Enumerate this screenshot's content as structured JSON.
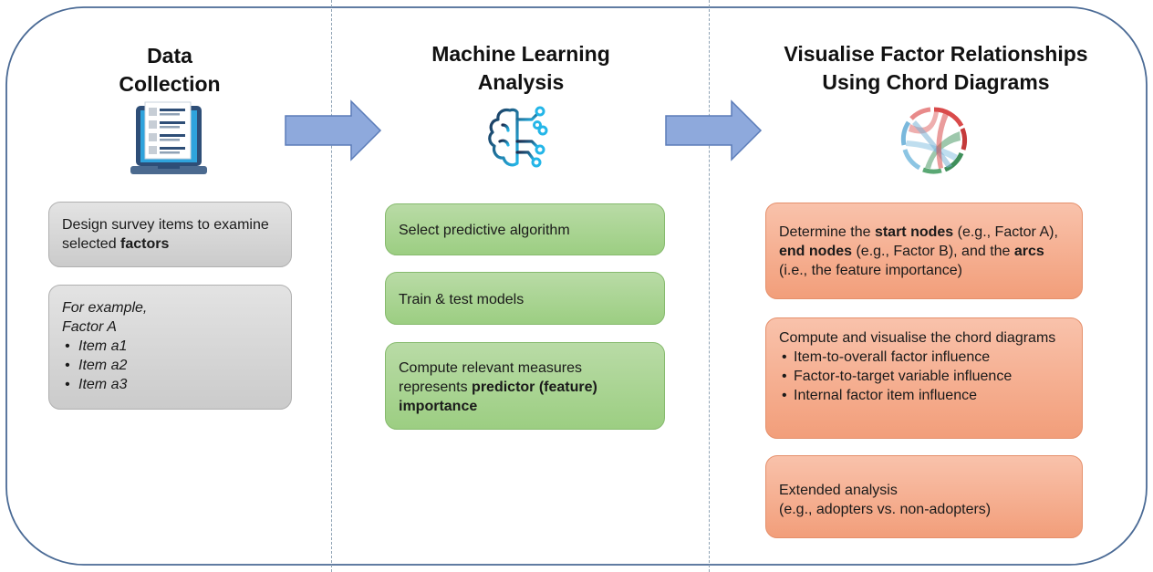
{
  "columns": [
    {
      "title_lines": [
        "Data",
        "Collection"
      ],
      "icon": "survey-laptop-icon",
      "boxes": [
        {
          "text": "Design survey items to examine selected ",
          "bold": "factors"
        },
        {
          "intro_lines": [
            "For example,",
            "Factor A"
          ],
          "items": [
            "Item a1",
            "Item a2",
            "Item a3"
          ]
        }
      ]
    },
    {
      "title_lines": [
        "Machine Learning",
        "Analysis"
      ],
      "icon": "brain-circuit-icon",
      "boxes": [
        {
          "text": "Select predictive algorithm"
        },
        {
          "text": "Train & test models"
        },
        {
          "text": "Compute relevant measures represents ",
          "bold": "predictor (feature) importance"
        }
      ]
    },
    {
      "title_lines": [
        "Visualise Factor Relationships",
        "Using Chord Diagrams"
      ],
      "icon": "chord-diagram-icon",
      "boxes": [
        {
          "p1": "Determine the ",
          "b1": "start nodes",
          "p2": " (e.g., Factor A), ",
          "b2": "end nodes",
          "p3": " (e.g., Factor B), and the ",
          "b3": "arcs",
          "p4": " (i.e., the feature importance)"
        },
        {
          "text": "Compute and visualise the chord diagrams",
          "items": [
            "Item-to-overall factor influence",
            "Factor-to-target variable influence",
            "Internal factor item influence"
          ]
        },
        {
          "lines": [
            "Extended analysis",
            "(e.g., adopters vs. non-adopters)"
          ]
        }
      ]
    }
  ],
  "colors": {
    "frame": "#4a6a95",
    "arrow_fill": "#8ea9dc",
    "arrow_stroke": "#5b7cb8",
    "gray_box": "#d6d6d6",
    "green_box": "#a9d18e",
    "orange_box": "#f4b183"
  }
}
